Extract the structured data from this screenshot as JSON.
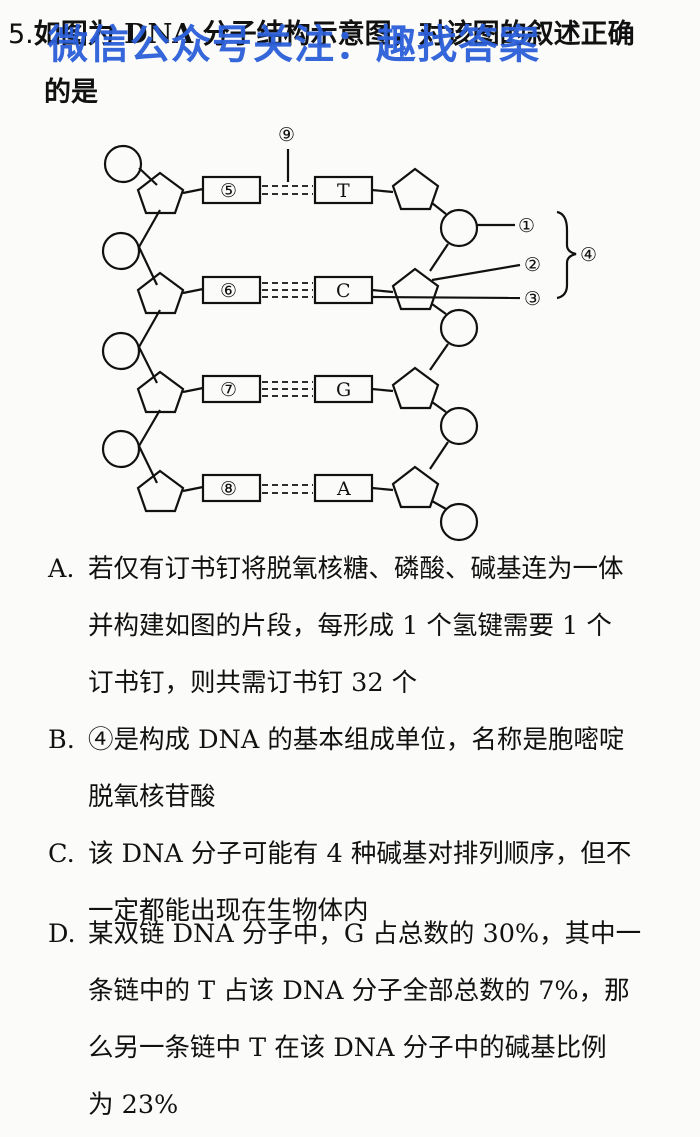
{
  "question": {
    "number": "5.",
    "stem_line1": "如图为 DNA 分子结构示意图，对该图的叙述正确",
    "stem_line2": "的是"
  },
  "watermark": "微信公众号关注：趣找答案",
  "figure": {
    "labels": {
      "l9": "⑨",
      "l1": "①",
      "l2": "②",
      "l3": "③",
      "l4": "④",
      "l5": "⑤",
      "l6": "⑥",
      "l7": "⑦",
      "l8": "⑧"
    },
    "bases": {
      "b1": "T",
      "b2": "C",
      "b3": "G",
      "b4": "A"
    }
  },
  "options": [
    {
      "letter": "A.",
      "lines": [
        "若仅有订书钉将脱氧核糖、磷酸、碱基连为一体",
        "并构建如图的片段，每形成 1 个氢键需要 1 个",
        "订书钉，则共需订书钉 32 个"
      ]
    },
    {
      "letter": "B.",
      "lines": [
        "④是构成 DNA 的基本组成单位，名称是胞嘧啶",
        "脱氧核苷酸"
      ]
    },
    {
      "letter": "C.",
      "lines": [
        "该 DNA 分子可能有 4 种碱基对排列顺序，但不",
        "一定都能出现在生物体内"
      ]
    },
    {
      "letter": "D.",
      "lines": [
        "某双链 DNA 分子中，G 占总数的 30%，其中一",
        "条链中的 T 占该 DNA 分子全部总数的 7%，那",
        "么另一条链中 T 在该 DNA 分子中的碱基比例",
        "为 23%"
      ]
    }
  ]
}
